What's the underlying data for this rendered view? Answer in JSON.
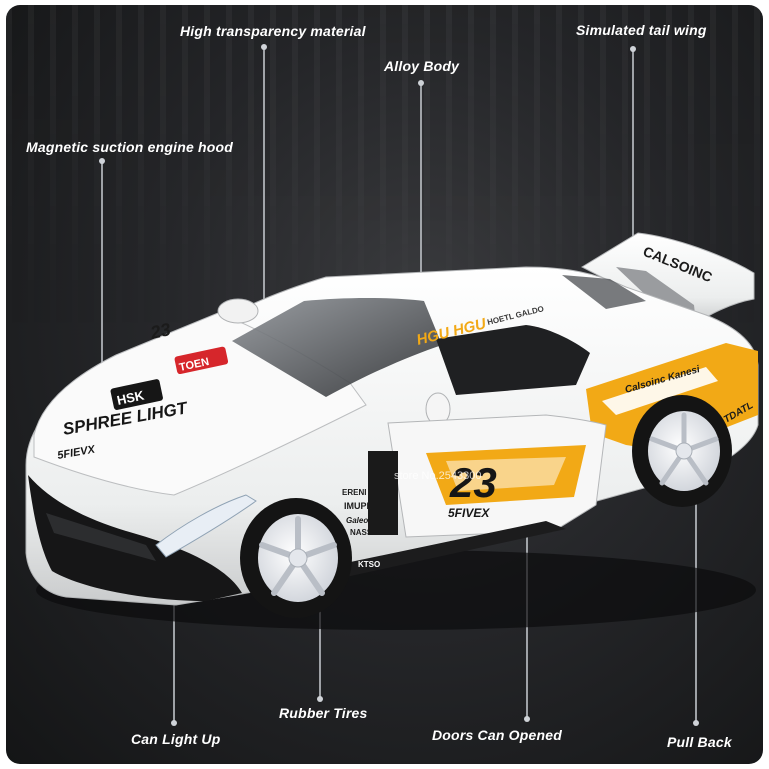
{
  "annotations": {
    "high_transparency_material": "High transparency material",
    "alloy_body": "Alloy Body",
    "simulated_tail_wing": "Simulated tail wing",
    "magnetic_suction_engine_hood": "Magnetic suction engine hood",
    "can_light_up": "Can Light Up",
    "rubber_tires": "Rubber Tires",
    "doors_can_opened": "Doors Can Opened",
    "pull_back": "Pull Back"
  },
  "livery": {
    "number": "23",
    "hood_number": "23",
    "wing_text": "CALSOINC",
    "roof_text": "HGU HGU",
    "roof_small_text": "HOETL GALDO",
    "hood_brand": "SPHREE LIHGT",
    "hood_badge": "HSK",
    "hood_red_badge": "TOEN",
    "door_sponsor": "5FIVEX",
    "hood_sponsor": "5FIEVX",
    "side_text": "Calsoinc Kanesi",
    "rear_text": "TDATL",
    "fender_sponsors": [
      "ERENI",
      "IMUPL",
      "Galeol",
      "NASSIN"
    ],
    "watermark": "store No.2543300",
    "rocker_text": "KTSO"
  },
  "colors": {
    "background": "#222326",
    "body": "#f4f4f2",
    "accent": "#f2a916",
    "tire": "#151515",
    "rim": "#eef0f4"
  }
}
